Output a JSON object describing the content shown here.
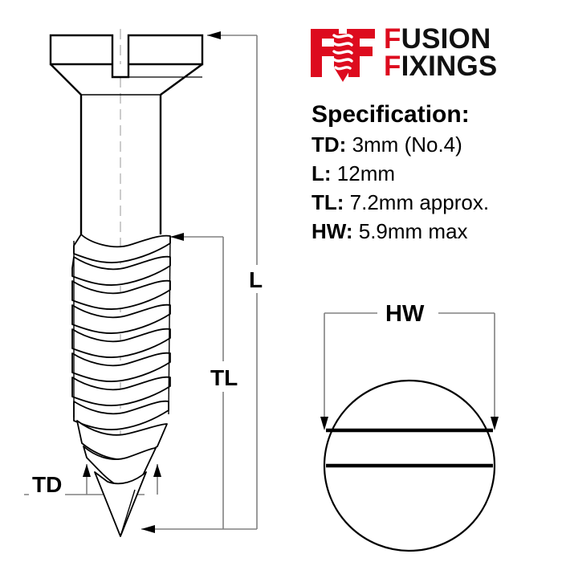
{
  "brand": {
    "logo_icon": "fusion-fixings-screw-logo",
    "line1": "FUSION",
    "line2": "FIXINGS",
    "line1_lead": "F",
    "line1_rest": "USION",
    "line2_lead": "F",
    "line2_rest": "IXINGS",
    "accent_color": "#DD0B1E",
    "text_color": "#111111"
  },
  "specification": {
    "title": "Specification:",
    "rows": [
      {
        "key": "TD:",
        "value": "3mm (No.4)"
      },
      {
        "key": "L:",
        "value": "12mm"
      },
      {
        "key": "TL:",
        "value": "7.2mm approx."
      },
      {
        "key": "HW:",
        "value": "5.9mm max"
      }
    ]
  },
  "dimensions": {
    "length": "L",
    "thread_length": "TL",
    "thread_diameter": "TD",
    "head_width": "HW"
  },
  "drawing": {
    "side_view_name": "countersunk-slotted-wood-screw-side-view",
    "top_view_name": "screw-head-top-view",
    "line_color": "#000000",
    "dimension_line_color": "#808080",
    "centerline_color": "#b3b3b3",
    "background": "#ffffff"
  }
}
